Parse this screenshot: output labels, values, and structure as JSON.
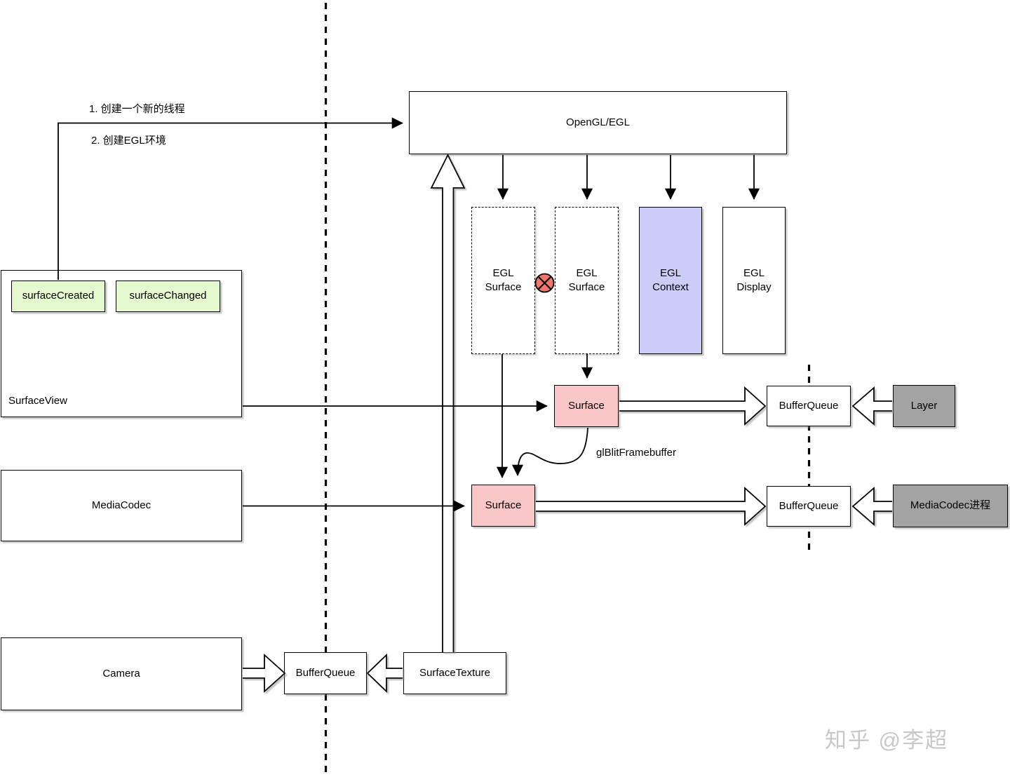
{
  "annotations": {
    "step1": "1. 创建一个新的线程",
    "step2": "2. 创建EGL环境",
    "glblit": "glBlitFramebuffer"
  },
  "boxes": {
    "opengl": {
      "label": "OpenGL/EGL"
    },
    "egl_surface_left": {
      "line1": "EGL",
      "line2": "Surface"
    },
    "egl_surface_right": {
      "line1": "EGL",
      "line2": "Surface"
    },
    "egl_context": {
      "line1": "EGL",
      "line2": "Context"
    },
    "egl_display": {
      "line1": "EGL",
      "line2": "Display"
    },
    "surfaceview": {
      "label": "SurfaceView",
      "surface_created": "surfaceCreated",
      "surface_changed": "surfaceChanged"
    },
    "surface_top": {
      "label": "Surface"
    },
    "bufferqueue_top": {
      "label": "BufferQueue"
    },
    "layer": {
      "label": "Layer"
    },
    "mediacodec": {
      "label": "MediaCodec"
    },
    "surface_bottom": {
      "label": "Surface"
    },
    "bufferqueue_mid": {
      "label": "BufferQueue"
    },
    "mediacodec_process": {
      "label": "MediaCodec进程"
    },
    "camera": {
      "label": "Camera"
    },
    "bufferqueue_bottom": {
      "label": "BufferQueue"
    },
    "surfacetexture": {
      "label": "SurfaceTexture"
    }
  },
  "icons": {
    "conflict_icon": "crossed-circle"
  },
  "colors": {
    "box_border": "#000000",
    "green_fill": "#e4f9cd",
    "pink_fill": "#f9c7c7",
    "lavender_fill": "#ccccf8",
    "gray_fill": "#a3a3a3",
    "conflict_red": "#f4756c",
    "watermark_gray": "#c7c7c7"
  },
  "watermark": {
    "text": "知乎 @李超"
  }
}
